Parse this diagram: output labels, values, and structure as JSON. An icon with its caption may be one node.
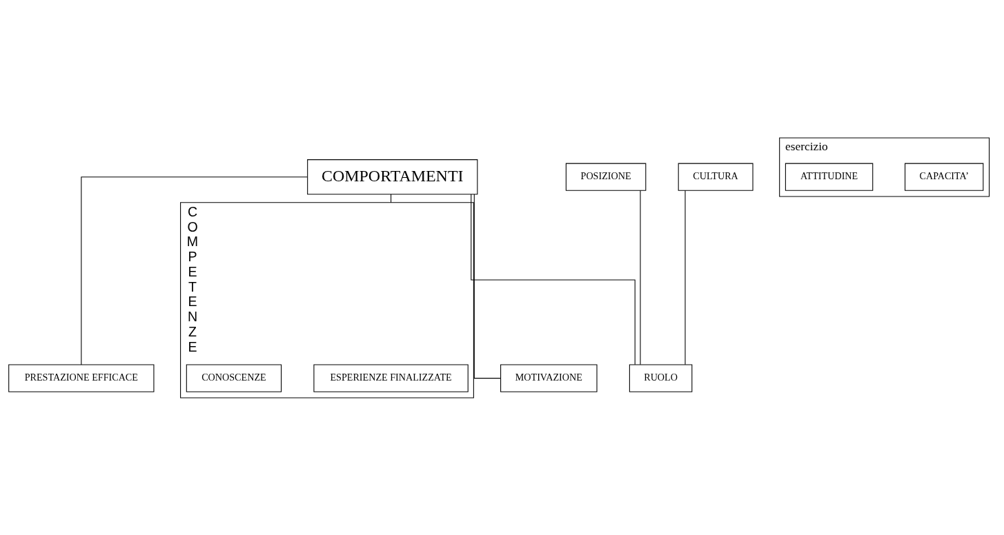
{
  "diagram": {
    "nodes": [
      {
        "text": [
          "COMPORTAMENTI"
        ]
      },
      {
        "text": [
          "PRESTAZIONE EFFICACE"
        ]
      },
      {
        "text": [
          "COMPETENZE"
        ]
      },
      {
        "text": [
          "ESPERIENZE FINALIZZATE"
        ],
        "in": 2
      },
      {
        "text": [
          "CONOSCENZE"
        ],
        "in": 2
      },
      {
        "text": [
          "esercizio"
        ]
      },
      {
        "text": [
          "CAPACITA’"
        ],
        "in": 5
      },
      {
        "text": [
          "ATTITUDINE"
        ],
        "in": 5
      },
      {
        "text": [
          "POSIZIONE"
        ]
      },
      {
        "text": [
          "RUOLO"
        ]
      },
      {
        "text": [
          "MOTIVAZIONE"
        ]
      },
      {
        "text": [
          "CULTURA"
        ]
      }
    ],
    "edges": [
      {
        "from": 0,
        "to": 1,
        "arrow": "none"
      },
      {
        "from": 0,
        "to": 9,
        "arrow": "none"
      },
      {
        "from": 0,
        "to": 10,
        "arrow": "none"
      },
      {
        "from": 0,
        "to": 2,
        "arrow": "none"
      },
      {
        "from": 8,
        "to": 9,
        "arrow": "none"
      },
      {
        "from": 11,
        "to": 9,
        "arrow": "none"
      }
    ]
  }
}
